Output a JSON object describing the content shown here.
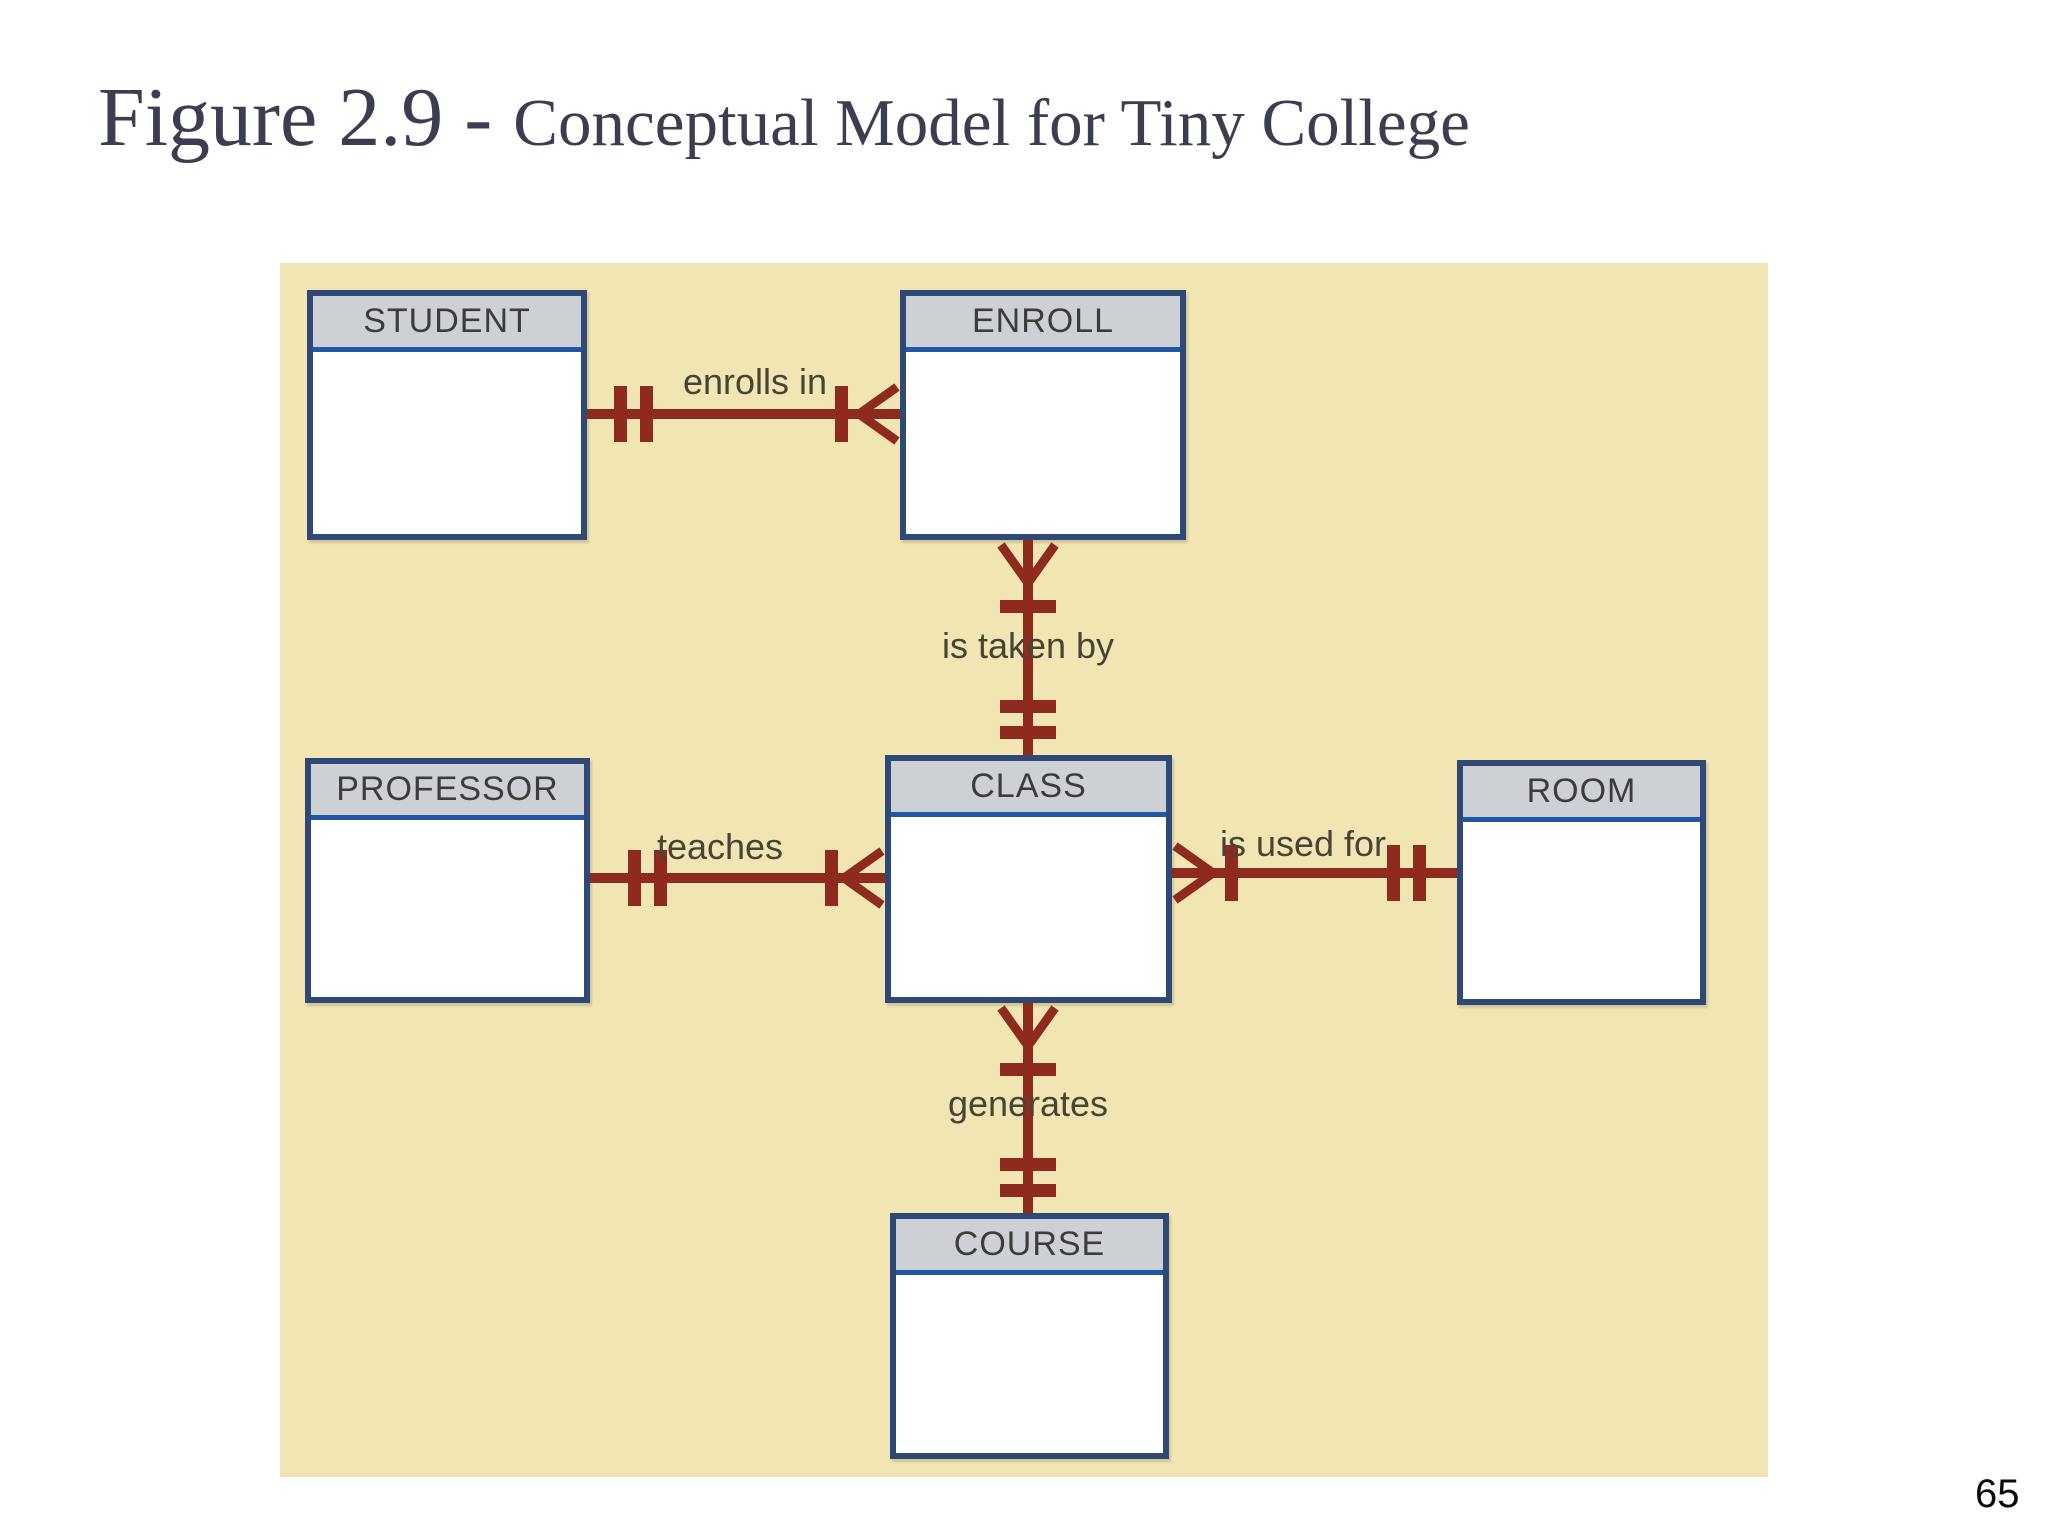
{
  "title": {
    "figure": "Figure 2.9 - ",
    "subtitle": "Conceptual Model for Tiny College"
  },
  "page_number": "65",
  "colors": {
    "tan": "#f2e5b4",
    "maroon": "#8e2b1e",
    "navy": "#2e4976",
    "blue": "#2257a6",
    "headergray": "#cdd1d6",
    "titlecolor": "#3d3d51",
    "labelcolor": "#474335"
  },
  "diagram": {
    "type": "entity-relationship (crow's foot notation)",
    "entities": [
      {
        "label": "STUDENT"
      },
      {
        "label": "ENROLL"
      },
      {
        "label": "PROFESSOR"
      },
      {
        "label": "CLASS"
      },
      {
        "label": "ROOM"
      },
      {
        "label": "COURSE"
      }
    ],
    "relationships": [
      {
        "label": "enrolls in",
        "from": "STUDENT",
        "to": "ENROLL",
        "from_cardinality": "mandatory one (double bar)",
        "to_cardinality": "many (bar + crow's foot)"
      },
      {
        "label": "is taken by",
        "from": "CLASS",
        "to": "ENROLL",
        "from_cardinality": "mandatory one (double bar)",
        "to_cardinality": "many (bar + crow's foot)"
      },
      {
        "label": "teaches",
        "from": "PROFESSOR",
        "to": "CLASS",
        "from_cardinality": "mandatory one (double bar)",
        "to_cardinality": "many (bar + crow's foot)"
      },
      {
        "label": "is used for",
        "from": "ROOM",
        "to": "CLASS",
        "from_cardinality": "mandatory one (double bar)",
        "to_cardinality": "many (bar + crow's foot)"
      },
      {
        "label": "generates",
        "from": "COURSE",
        "to": "CLASS",
        "from_cardinality": "mandatory one (double bar)",
        "to_cardinality": "many (bar + crow's foot)"
      }
    ]
  }
}
